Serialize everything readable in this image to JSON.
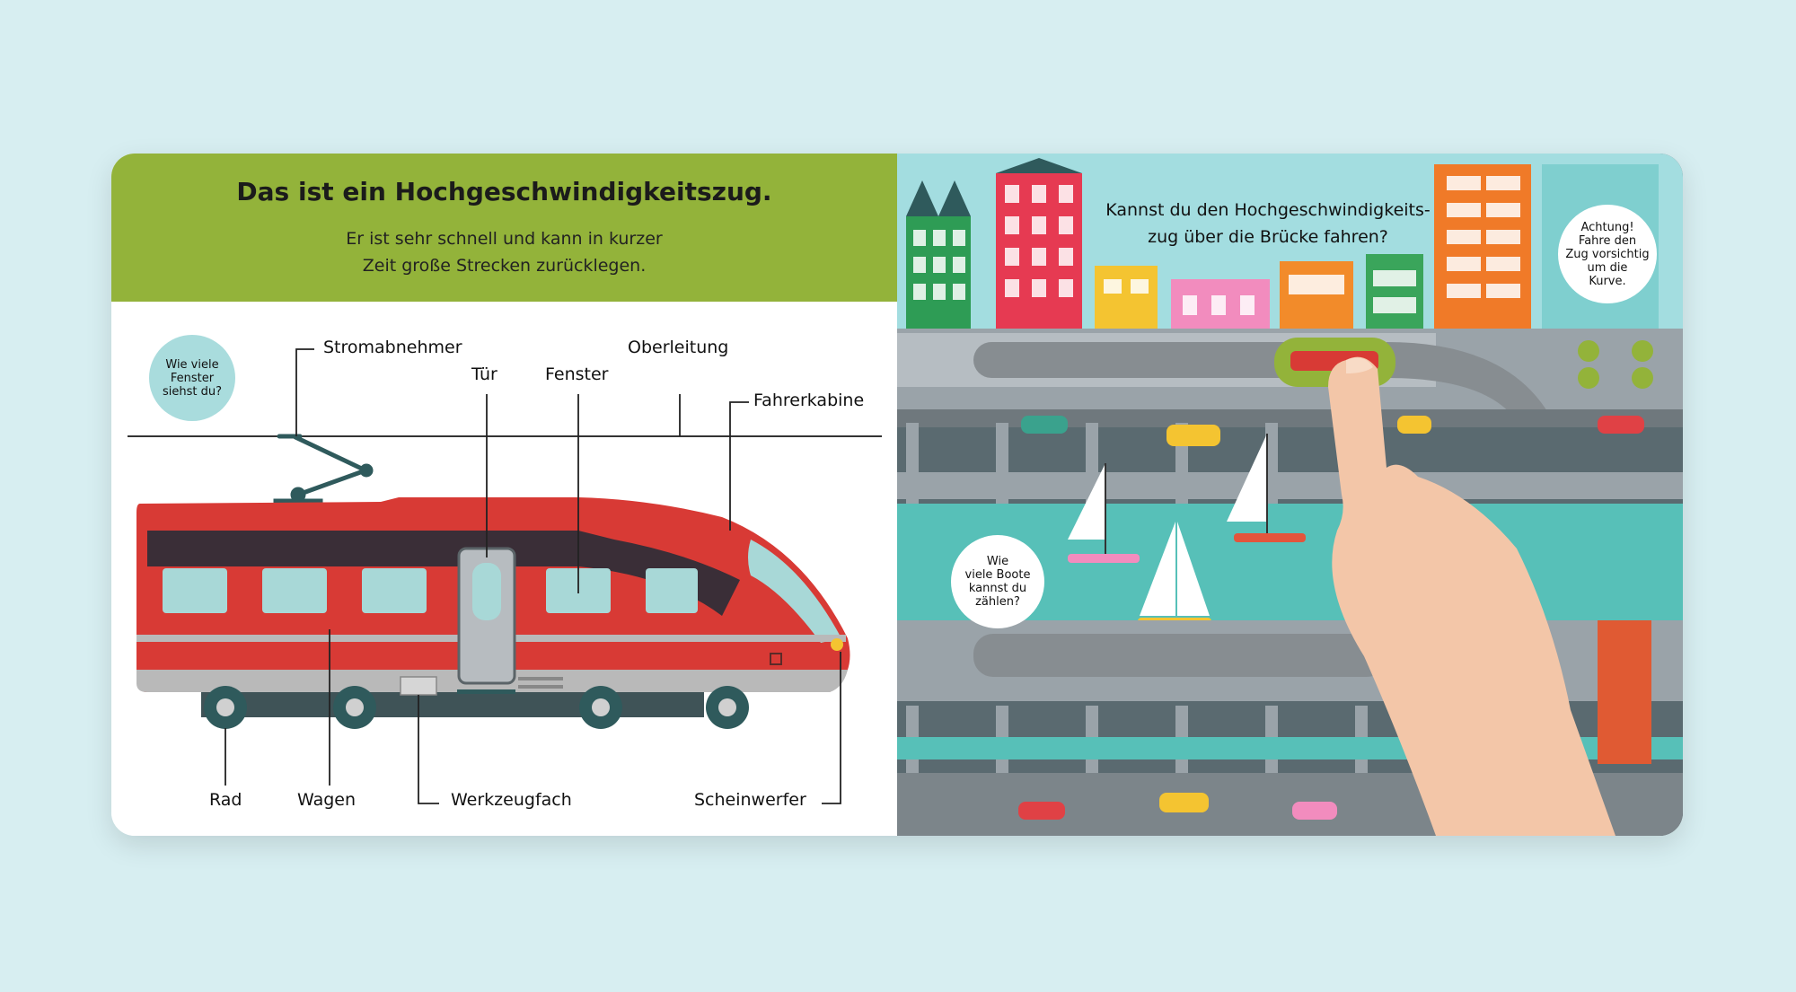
{
  "left": {
    "title": "Das ist ein Hochgeschwindigkeitszug.",
    "subtitle_line1": "Er ist sehr schnell und kann in kurzer",
    "subtitle_line2": "Zeit große Strecken zurücklegen.",
    "bubble_windows": [
      "Wie viele",
      "Fenster",
      "siehst du?"
    ],
    "labels": {
      "stromabnehmer": "Stromabnehmer",
      "oberleitung": "Oberleitung",
      "tuer": "Tür",
      "fenster": "Fenster",
      "fahrerkabine": "Fahrerkabine",
      "rad": "Rad",
      "wagen": "Wagen",
      "werkzeugfach": "Werkzeugfach",
      "scheinwerfer": "Scheinwerfer"
    }
  },
  "right": {
    "question_line1": "Kannst du den Hochgeschwindigkeits-",
    "question_line2": "zug über die Brücke fahren?",
    "bubble_attention": [
      "Achtung!",
      "Fahre den",
      "Zug vorsichtig",
      "um die",
      "Kurve."
    ],
    "bubble_boats": [
      "Wie",
      "viele Boote",
      "kannst du",
      "zählen?"
    ]
  },
  "colors": {
    "background": "#d7eef1",
    "header_green": "#93b33a",
    "train_red": "#d83a35",
    "water": "#57c0b8",
    "sky": "#a3dde0"
  },
  "icons": [
    "train",
    "pantograph",
    "wheel",
    "sailboat",
    "car",
    "building",
    "swan",
    "tree",
    "hand"
  ]
}
